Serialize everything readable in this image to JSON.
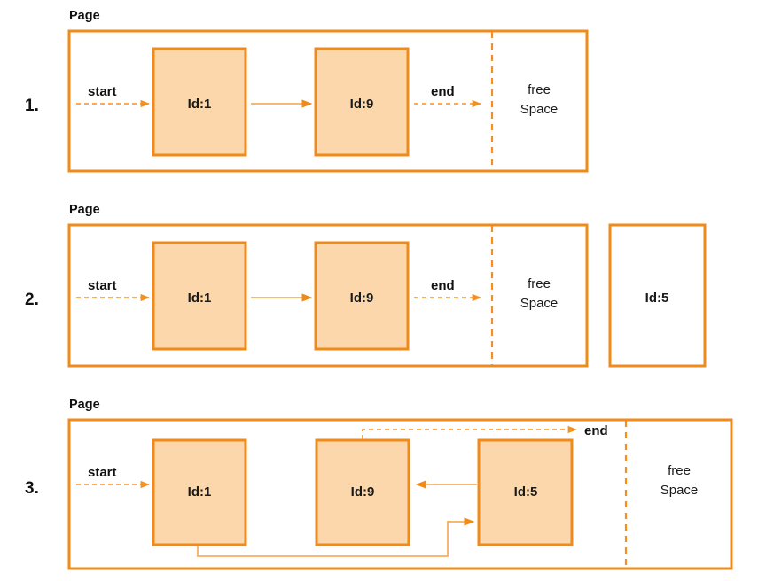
{
  "diagram": {
    "title_labels": {
      "page": "Page",
      "free_space_line1": "free",
      "free_space_line2": "Space"
    },
    "colors": {
      "node_fill": "#FCD7AB",
      "stroke": "#F08A19",
      "link_solid": "#F7AF5E",
      "link_dashed": "#F5901F",
      "text": "#1a1a1a",
      "background": "#ffffff"
    },
    "steps": [
      {
        "number": "1.",
        "page_label": "Page",
        "nodes": [
          {
            "label": "Id:1",
            "filled": true,
            "inside_page": true
          },
          {
            "label": "Id:9",
            "filled": true,
            "inside_page": true
          }
        ],
        "free_space": {
          "line1": "free",
          "line2": "Space"
        },
        "edges": [
          {
            "label": "start",
            "style": "dashed",
            "from": "outside",
            "to": "Id:1"
          },
          {
            "label": "",
            "style": "solid",
            "from": "Id:1",
            "to": "Id:9"
          },
          {
            "label": "end",
            "style": "dashed",
            "from": "Id:9",
            "to": "free-space"
          }
        ]
      },
      {
        "number": "2.",
        "page_label": "Page",
        "nodes": [
          {
            "label": "Id:1",
            "filled": true,
            "inside_page": true
          },
          {
            "label": "Id:9",
            "filled": true,
            "inside_page": true
          },
          {
            "label": "Id:5",
            "filled": false,
            "inside_page": false
          }
        ],
        "free_space": {
          "line1": "free",
          "line2": "Space"
        },
        "edges": [
          {
            "label": "start",
            "style": "dashed",
            "from": "outside",
            "to": "Id:1"
          },
          {
            "label": "",
            "style": "solid",
            "from": "Id:1",
            "to": "Id:9"
          },
          {
            "label": "end",
            "style": "dashed",
            "from": "Id:9",
            "to": "free-space"
          }
        ]
      },
      {
        "number": "3.",
        "page_label": "Page",
        "nodes": [
          {
            "label": "Id:1",
            "filled": true,
            "inside_page": true
          },
          {
            "label": "Id:9",
            "filled": true,
            "inside_page": true
          },
          {
            "label": "Id:5",
            "filled": true,
            "inside_page": true
          }
        ],
        "free_space": {
          "line1": "free",
          "line2": "Space"
        },
        "edges": [
          {
            "label": "start",
            "style": "dashed",
            "from": "outside",
            "to": "Id:1"
          },
          {
            "label": "",
            "style": "solid",
            "from": "Id:1",
            "to": "Id:5"
          },
          {
            "label": "",
            "style": "solid",
            "from": "Id:5",
            "to": "Id:9"
          },
          {
            "label": "end",
            "style": "dashed",
            "from": "Id:9",
            "to": "free-space"
          }
        ]
      }
    ]
  }
}
